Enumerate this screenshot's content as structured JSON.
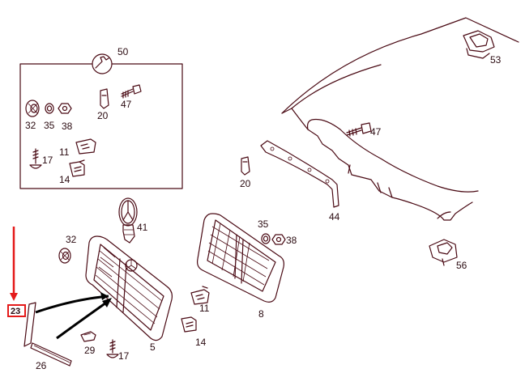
{
  "highlight_color": "#e41a1a",
  "line_color": "#4a0a14",
  "highlighted_part": "23",
  "inset_labels": {
    "wrench": "50",
    "p32": "32",
    "p35": "35",
    "p38": "38",
    "p47": "47",
    "p20": "20",
    "p17": "17",
    "p11": "11",
    "p14": "14"
  },
  "labels": {
    "p53": "53",
    "p47": "47",
    "p20": "20",
    "p44": "44",
    "p41": "41",
    "p32": "32",
    "p35": "35",
    "p38": "38",
    "p56": "56",
    "p11": "11",
    "p8": "8",
    "p14": "14",
    "p5": "5",
    "p29": "29",
    "p17": "17",
    "p26": "26",
    "p23": "23"
  }
}
